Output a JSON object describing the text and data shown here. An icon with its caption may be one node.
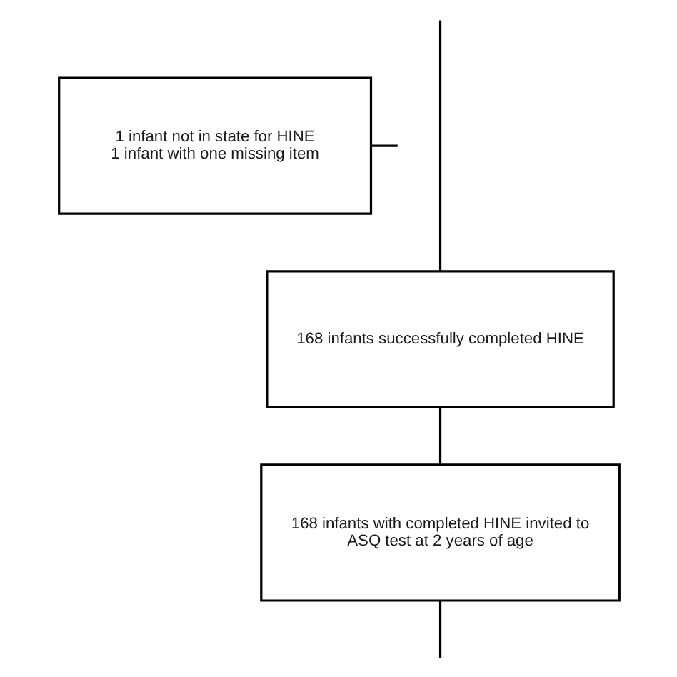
{
  "diagram": {
    "nodes": [
      {
        "text": [
          "1 infant not in state for HINE",
          "1 infant with one missing item"
        ]
      },
      {
        "text": [
          "168 infants successfully completed HINE"
        ]
      },
      {
        "text": [
          "168 infants with completed HINE invited to ASQ test at 2 years of age"
        ]
      }
    ],
    "edges": [
      {
        "from": null,
        "to": 0,
        "arrow": "none"
      },
      {
        "from": null,
        "to": 1,
        "arrow": "none"
      },
      {
        "from": 1,
        "to": 2,
        "arrow": "none"
      },
      {
        "from": 2,
        "to": null,
        "arrow": "none"
      }
    ]
  }
}
